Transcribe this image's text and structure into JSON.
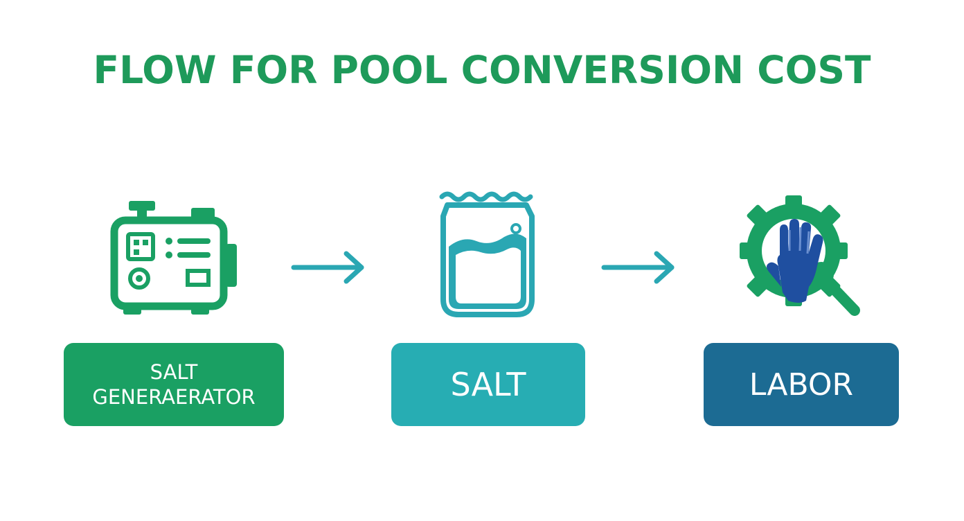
{
  "diagram": {
    "title": "FLOW FOR POOL CONVERSION COST",
    "colors": {
      "title": "#1e9a5a",
      "generator": "#1aa063",
      "salt": "#27adb3",
      "labor": "#1c6b93",
      "arrow": "#2aa7b3"
    },
    "steps": [
      {
        "icon": "salt-generator-icon",
        "label_line1": "SALT",
        "label_line2": "GENERAERATOR"
      },
      {
        "icon": "salt-bag-icon",
        "label": "SALT"
      },
      {
        "icon": "gear-glove-wrench-icon",
        "label": "LABOR"
      }
    ],
    "arrows": [
      "arrow-right-icon",
      "arrow-right-icon"
    ]
  }
}
